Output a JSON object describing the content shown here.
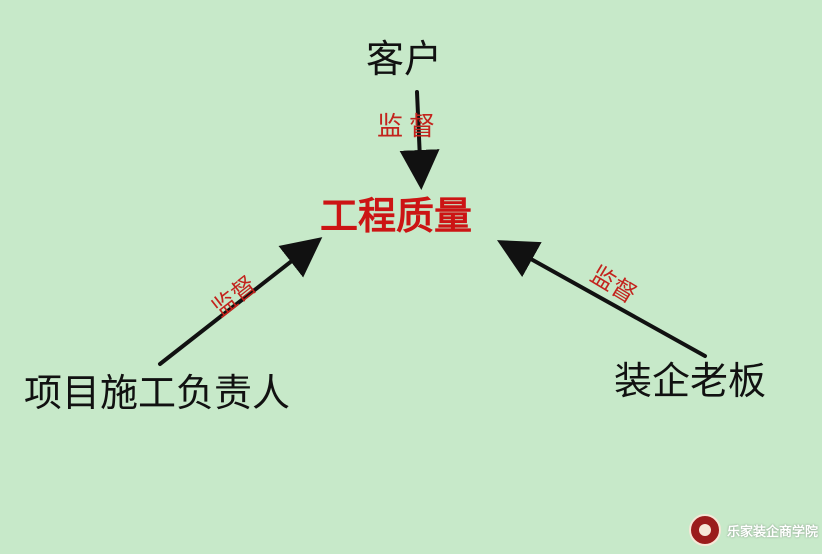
{
  "diagram": {
    "center": "工程质量",
    "top": "客户",
    "left": "项目施工负责人",
    "right": "装企老板",
    "edge_labels": {
      "top": "监督",
      "left": "监督",
      "right": "监督"
    }
  },
  "watermark": {
    "text": "乐家装企商学院"
  },
  "colors": {
    "background": "#c7e9c9",
    "center_text": "#cc1414",
    "edge_label": "#c3231d",
    "arrow": "#111111"
  }
}
